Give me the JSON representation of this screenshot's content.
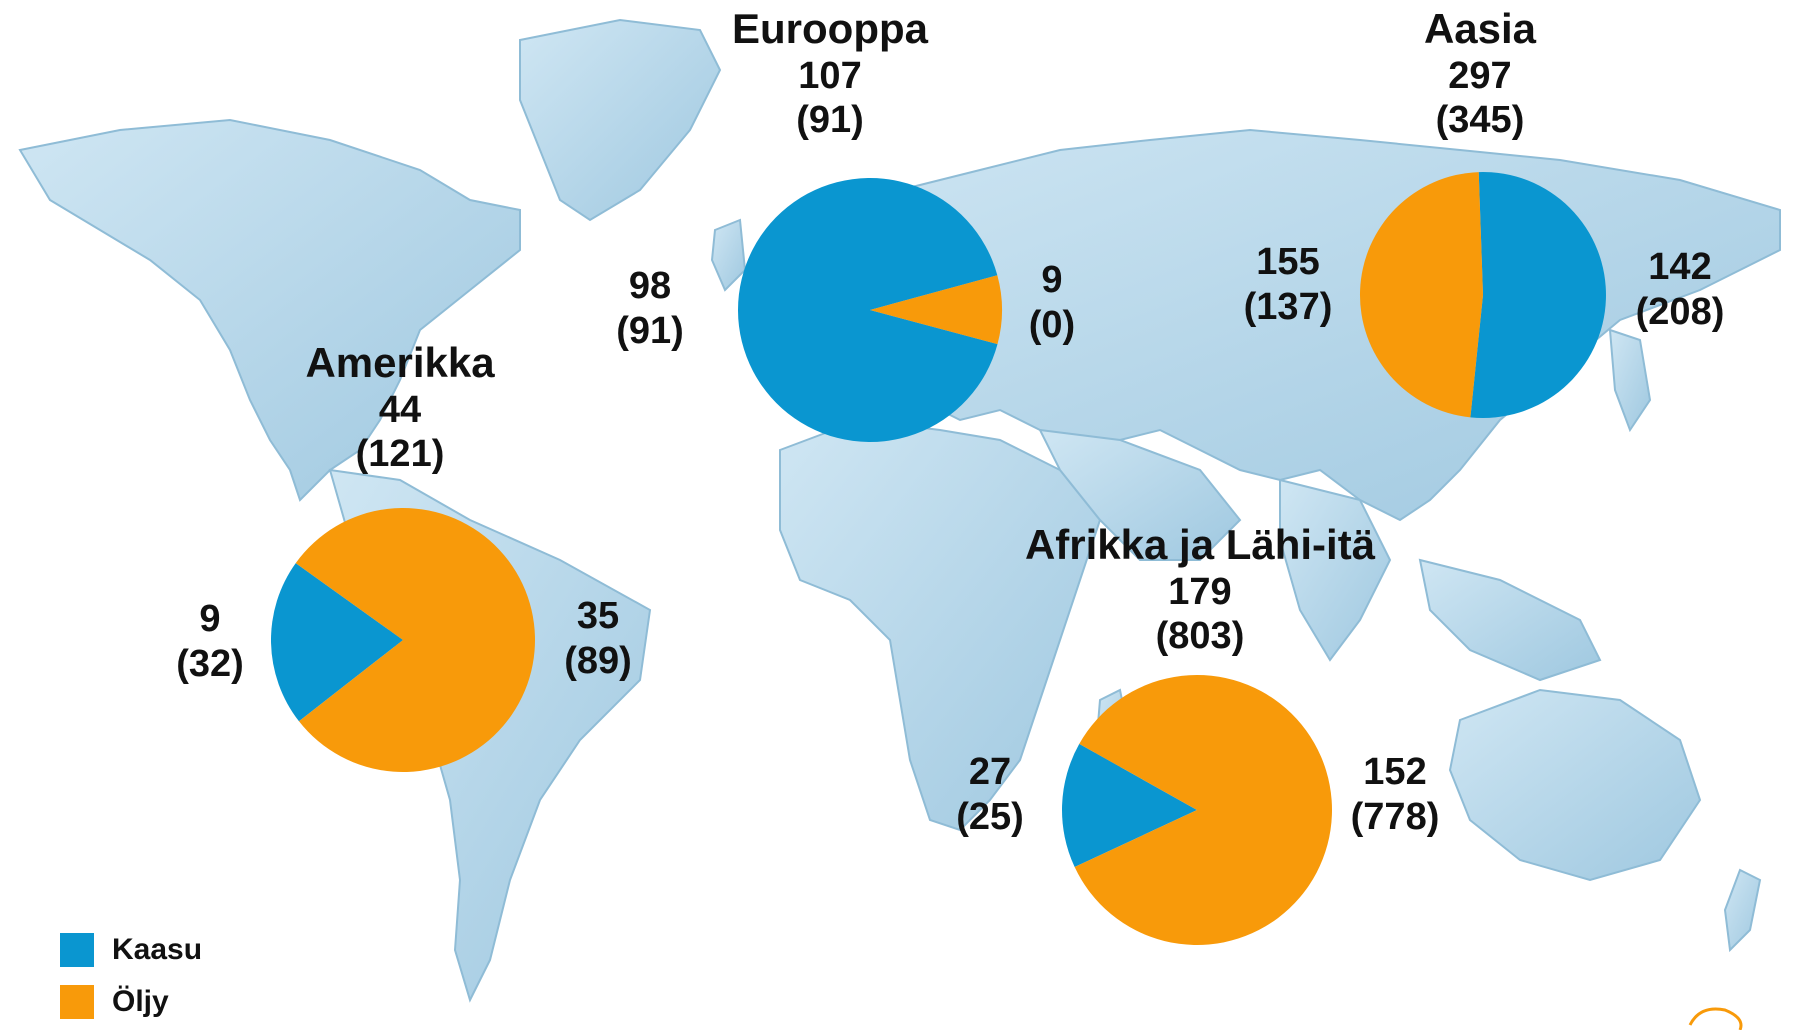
{
  "colors": {
    "kaasu": "#0a96d0",
    "oljy": "#f89a0a",
    "land": "#b8d8ea",
    "land_shade": "#7fb2cf"
  },
  "legend": [
    {
      "label": "Kaasu",
      "color_key": "kaasu"
    },
    {
      "label": "Öljy",
      "color_key": "oljy"
    }
  ],
  "chart_data": [
    {
      "type": "pie",
      "title": "Eurooppa",
      "total": "107",
      "total_prev": "(91)",
      "slices": [
        {
          "name": "Kaasu",
          "value": 98,
          "label": "98",
          "prev": "(91)"
        },
        {
          "name": "Öljy",
          "value": 9,
          "label": "9",
          "prev": "(0)"
        }
      ]
    },
    {
      "type": "pie",
      "title": "Aasia",
      "total": "297",
      "total_prev": "(345)",
      "slices": [
        {
          "name": "Kaasu",
          "value": 155,
          "label": "155",
          "prev": "(137)"
        },
        {
          "name": "Öljy",
          "value": 142,
          "label": "142",
          "prev": "(208)"
        }
      ]
    },
    {
      "type": "pie",
      "title": "Amerikka",
      "total": "44",
      "total_prev": "(121)",
      "slices": [
        {
          "name": "Kaasu",
          "value": 9,
          "label": "9",
          "prev": "(32)"
        },
        {
          "name": "Öljy",
          "value": 35,
          "label": "35",
          "prev": "(89)"
        }
      ]
    },
    {
      "type": "pie",
      "title": "Afrikka ja Lähi-itä",
      "total": "179",
      "total_prev": "(803)",
      "slices": [
        {
          "name": "Kaasu",
          "value": 27,
          "label": "27",
          "prev": "(25)"
        },
        {
          "name": "Öljy",
          "value": 152,
          "label": "152",
          "prev": "(778)"
        }
      ]
    }
  ]
}
